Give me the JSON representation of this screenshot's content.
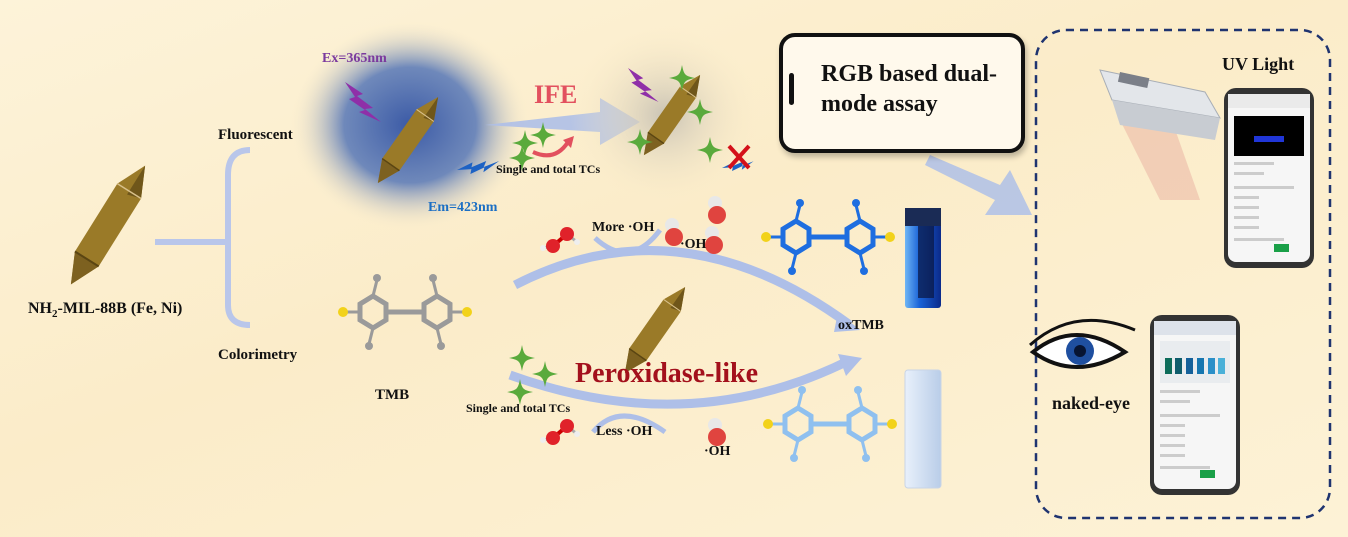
{
  "material": {
    "label_prefix": "NH",
    "label_sub": "2",
    "label_suffix": "-MIL-88B (Fe, Ni)"
  },
  "branches": {
    "fluorescent": "Fluorescent",
    "colorimetry": "Colorimetry"
  },
  "fluorescence": {
    "excitation": "Ex=365nm",
    "emission": "Em=423nm",
    "mechanism": "IFE",
    "analyte": "Single and total TCs"
  },
  "colorimetric": {
    "substrate": "TMB",
    "product": "oxTMB",
    "activity": "Peroxidase-like",
    "analyte": "Single and total TCs",
    "more_oh": "More ·OH",
    "less_oh": "Less ·OH",
    "oh_radical_top": "·OH",
    "oh_radical_bottom": "·OH"
  },
  "assay_box": {
    "title": "RGB based dual-mode assay"
  },
  "detection": {
    "uv_label": "UV Light",
    "eye_label": "naked-eye"
  },
  "colors": {
    "excitation": "#7b3a9e",
    "emission": "#1c6fc4",
    "ife": "#e2505e",
    "peroxidase": "#a3101c",
    "arrow": "#aebfe8",
    "dashed_border": "#1f3470"
  }
}
